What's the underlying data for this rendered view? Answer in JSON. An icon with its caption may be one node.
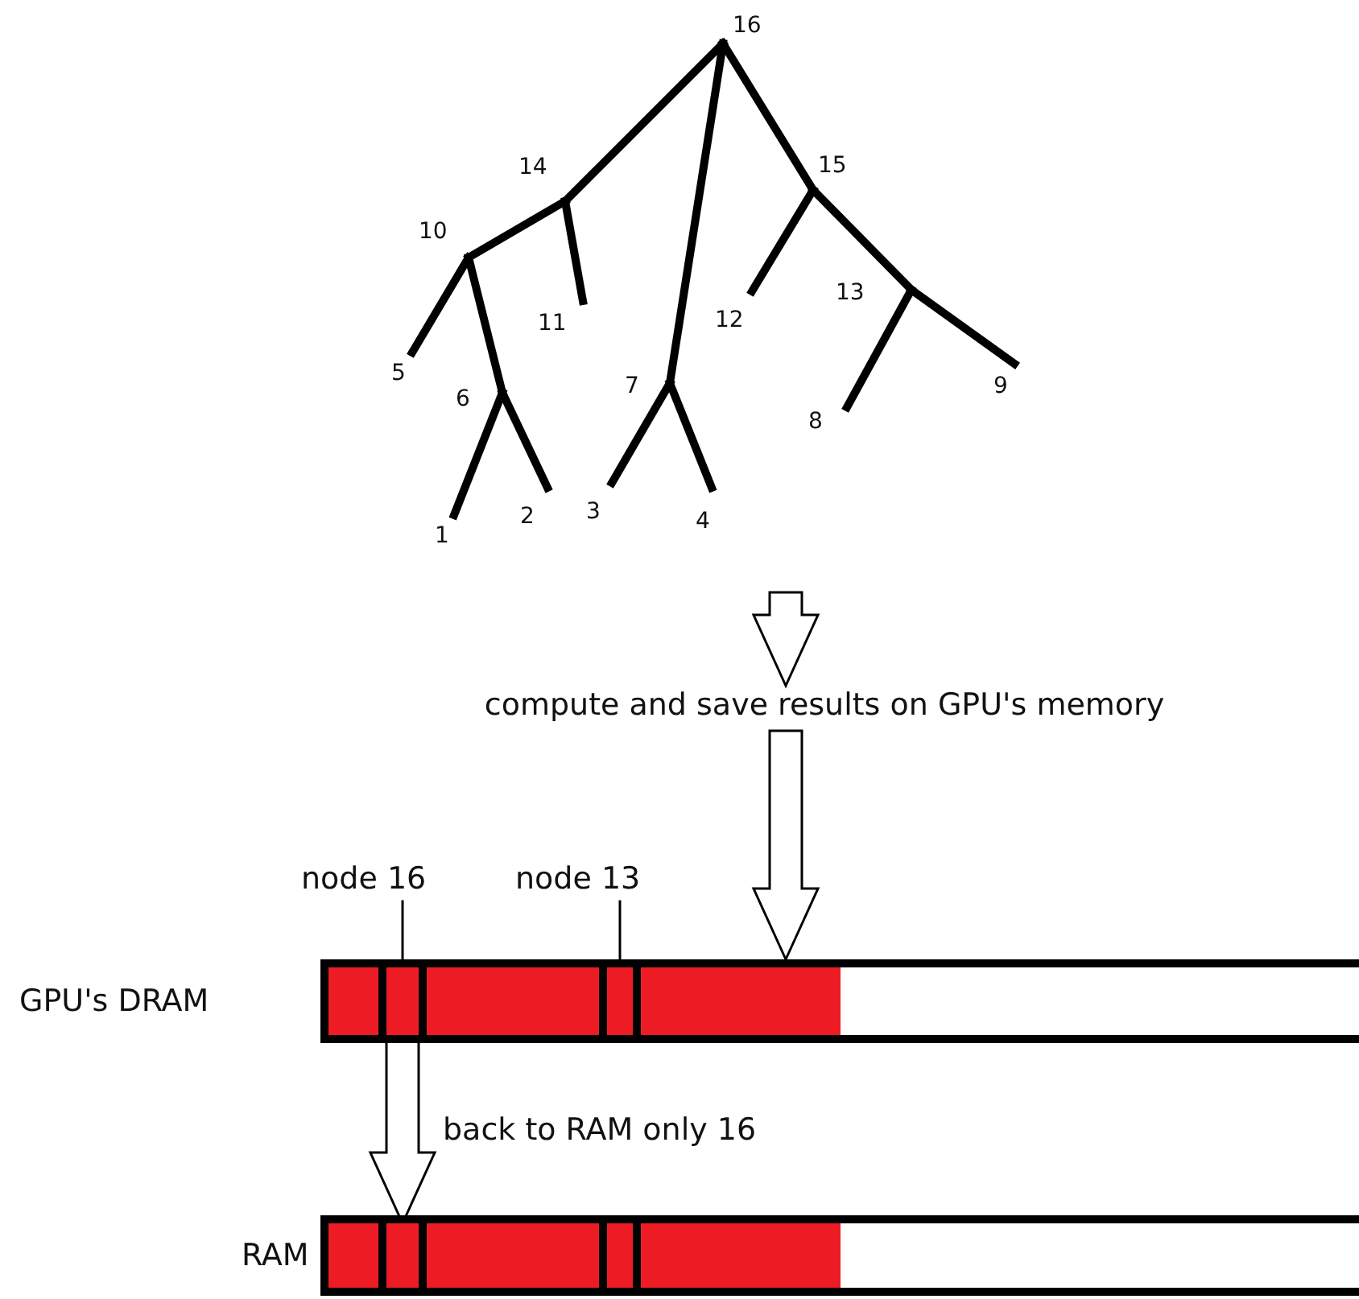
{
  "diagram": {
    "nodes": [
      {
        "text": [
          "16"
        ]
      },
      {
        "text": [
          "14"
        ]
      },
      {
        "text": [
          "15"
        ]
      },
      {
        "text": [
          "10"
        ]
      },
      {
        "text": [
          "13"
        ]
      },
      {
        "text": [
          "11"
        ]
      },
      {
        "text": [
          "12"
        ]
      },
      {
        "text": [
          "5"
        ]
      },
      {
        "text": [
          "7"
        ]
      },
      {
        "text": [
          "6"
        ]
      },
      {
        "text": [
          "9"
        ]
      },
      {
        "text": [
          "8"
        ]
      },
      {
        "text": [
          "2"
        ]
      },
      {
        "text": [
          "3"
        ]
      },
      {
        "text": [
          "4"
        ]
      },
      {
        "text": [
          "1"
        ]
      },
      {
        "text": [
          "compute and save results on GPU's memory"
        ]
      },
      {
        "text": [
          "node 16"
        ]
      },
      {
        "text": [
          "node 13"
        ]
      },
      {
        "text": [
          "GPU's DRAM"
        ]
      },
      {
        "text": [],
        "shape": "bar",
        "in": 19
      },
      {
        "text": [],
        "shape": "bar",
        "in": 19
      },
      {
        "text": [
          "RAM"
        ]
      },
      {
        "text": [],
        "shape": "bar",
        "in": 22
      },
      {
        "text": [],
        "shape": "bar",
        "in": 22
      }
    ],
    "edges": [
      {
        "from": 0,
        "to": 1,
        "arrow": "none"
      },
      {
        "from": 0,
        "to": 8,
        "arrow": "none"
      },
      {
        "from": 0,
        "to": 2,
        "arrow": "none"
      },
      {
        "from": 1,
        "to": 3,
        "arrow": "none"
      },
      {
        "from": 1,
        "to": 5,
        "arrow": "none"
      },
      {
        "from": 3,
        "to": 7,
        "arrow": "none"
      },
      {
        "from": 3,
        "to": 9,
        "arrow": "none"
      },
      {
        "from": 9,
        "to": 15,
        "arrow": "none"
      },
      {
        "from": 9,
        "to": 12,
        "arrow": "none"
      },
      {
        "from": 8,
        "to": 13,
        "arrow": "none"
      },
      {
        "from": 8,
        "to": 14,
        "arrow": "none"
      },
      {
        "from": 2,
        "to": 6,
        "arrow": "none"
      },
      {
        "from": 2,
        "to": 4,
        "arrow": "none"
      },
      {
        "from": 4,
        "to": 11,
        "arrow": "none"
      },
      {
        "from": 4,
        "to": 10,
        "arrow": "none"
      },
      {
        "from": null,
        "to": 16,
        "arrow": "to"
      },
      {
        "from": 16,
        "to": 19,
        "arrow": "to"
      },
      {
        "from": 17,
        "to": 20,
        "arrow": "none"
      },
      {
        "from": 18,
        "to": 21,
        "arrow": "none"
      },
      {
        "from": 20,
        "to": 23,
        "arrow": "to",
        "label": "back to RAM only 16"
      }
    ]
  }
}
